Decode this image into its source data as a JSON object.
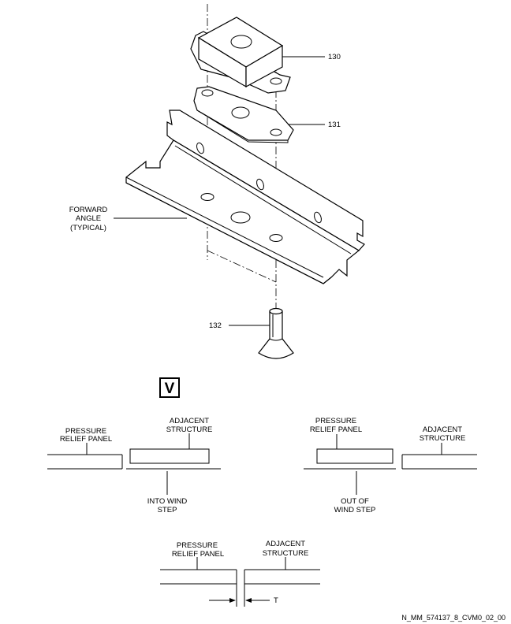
{
  "callouts": {
    "bracket": "130",
    "shim": "131",
    "bolt": "132",
    "angle_line1": "FORWARD",
    "angle_line2": "ANGLE",
    "angle_line3": "(TYPICAL)"
  },
  "view_label": "V",
  "detail_left": {
    "panel_line1": "PRESSURE",
    "panel_line2": "RELIEF PANEL",
    "adjacent_line1": "ADJACENT",
    "adjacent_line2": "STRUCTURE",
    "step_line1": "INTO WIND",
    "step_line2": "STEP"
  },
  "detail_right": {
    "panel_line1": "PRESSURE",
    "panel_line2": "RELIEF PANEL",
    "adjacent_line1": "ADJACENT",
    "adjacent_line2": "STRUCTURE",
    "step_line1": "OUT OF",
    "step_line2": "WIND STEP"
  },
  "detail_bottom": {
    "panel_line1": "PRESSURE",
    "panel_line2": "RELIEF PANEL",
    "adjacent_line1": "ADJACENT",
    "adjacent_line2": "STRUCTURE",
    "gap_label": "T"
  },
  "figure_id": "N_MM_574137_8_CVM0_02_00"
}
